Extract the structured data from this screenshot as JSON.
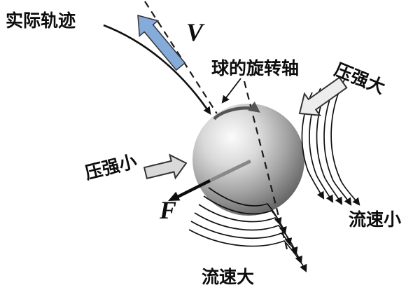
{
  "figure": {
    "title": "magnus-effect-spinning-ball-diagram",
    "labels": {
      "trajectory": "实际轨迹",
      "velocity": "V",
      "rotation_axis": "球的旋转轴",
      "pressure_high": "压强大",
      "pressure_low": "压强小",
      "force": "F",
      "flow_slow": "流速小",
      "flow_fast": "流速大"
    },
    "colors": {
      "velocity_arrow": "#85abdb",
      "pressure_high_arrow": "#ededed",
      "pressure_low_arrow": "#d9d9d9",
      "ball_light": "#fafafa",
      "ball_dark": "#4f4f4f",
      "ink": "#111111"
    }
  }
}
